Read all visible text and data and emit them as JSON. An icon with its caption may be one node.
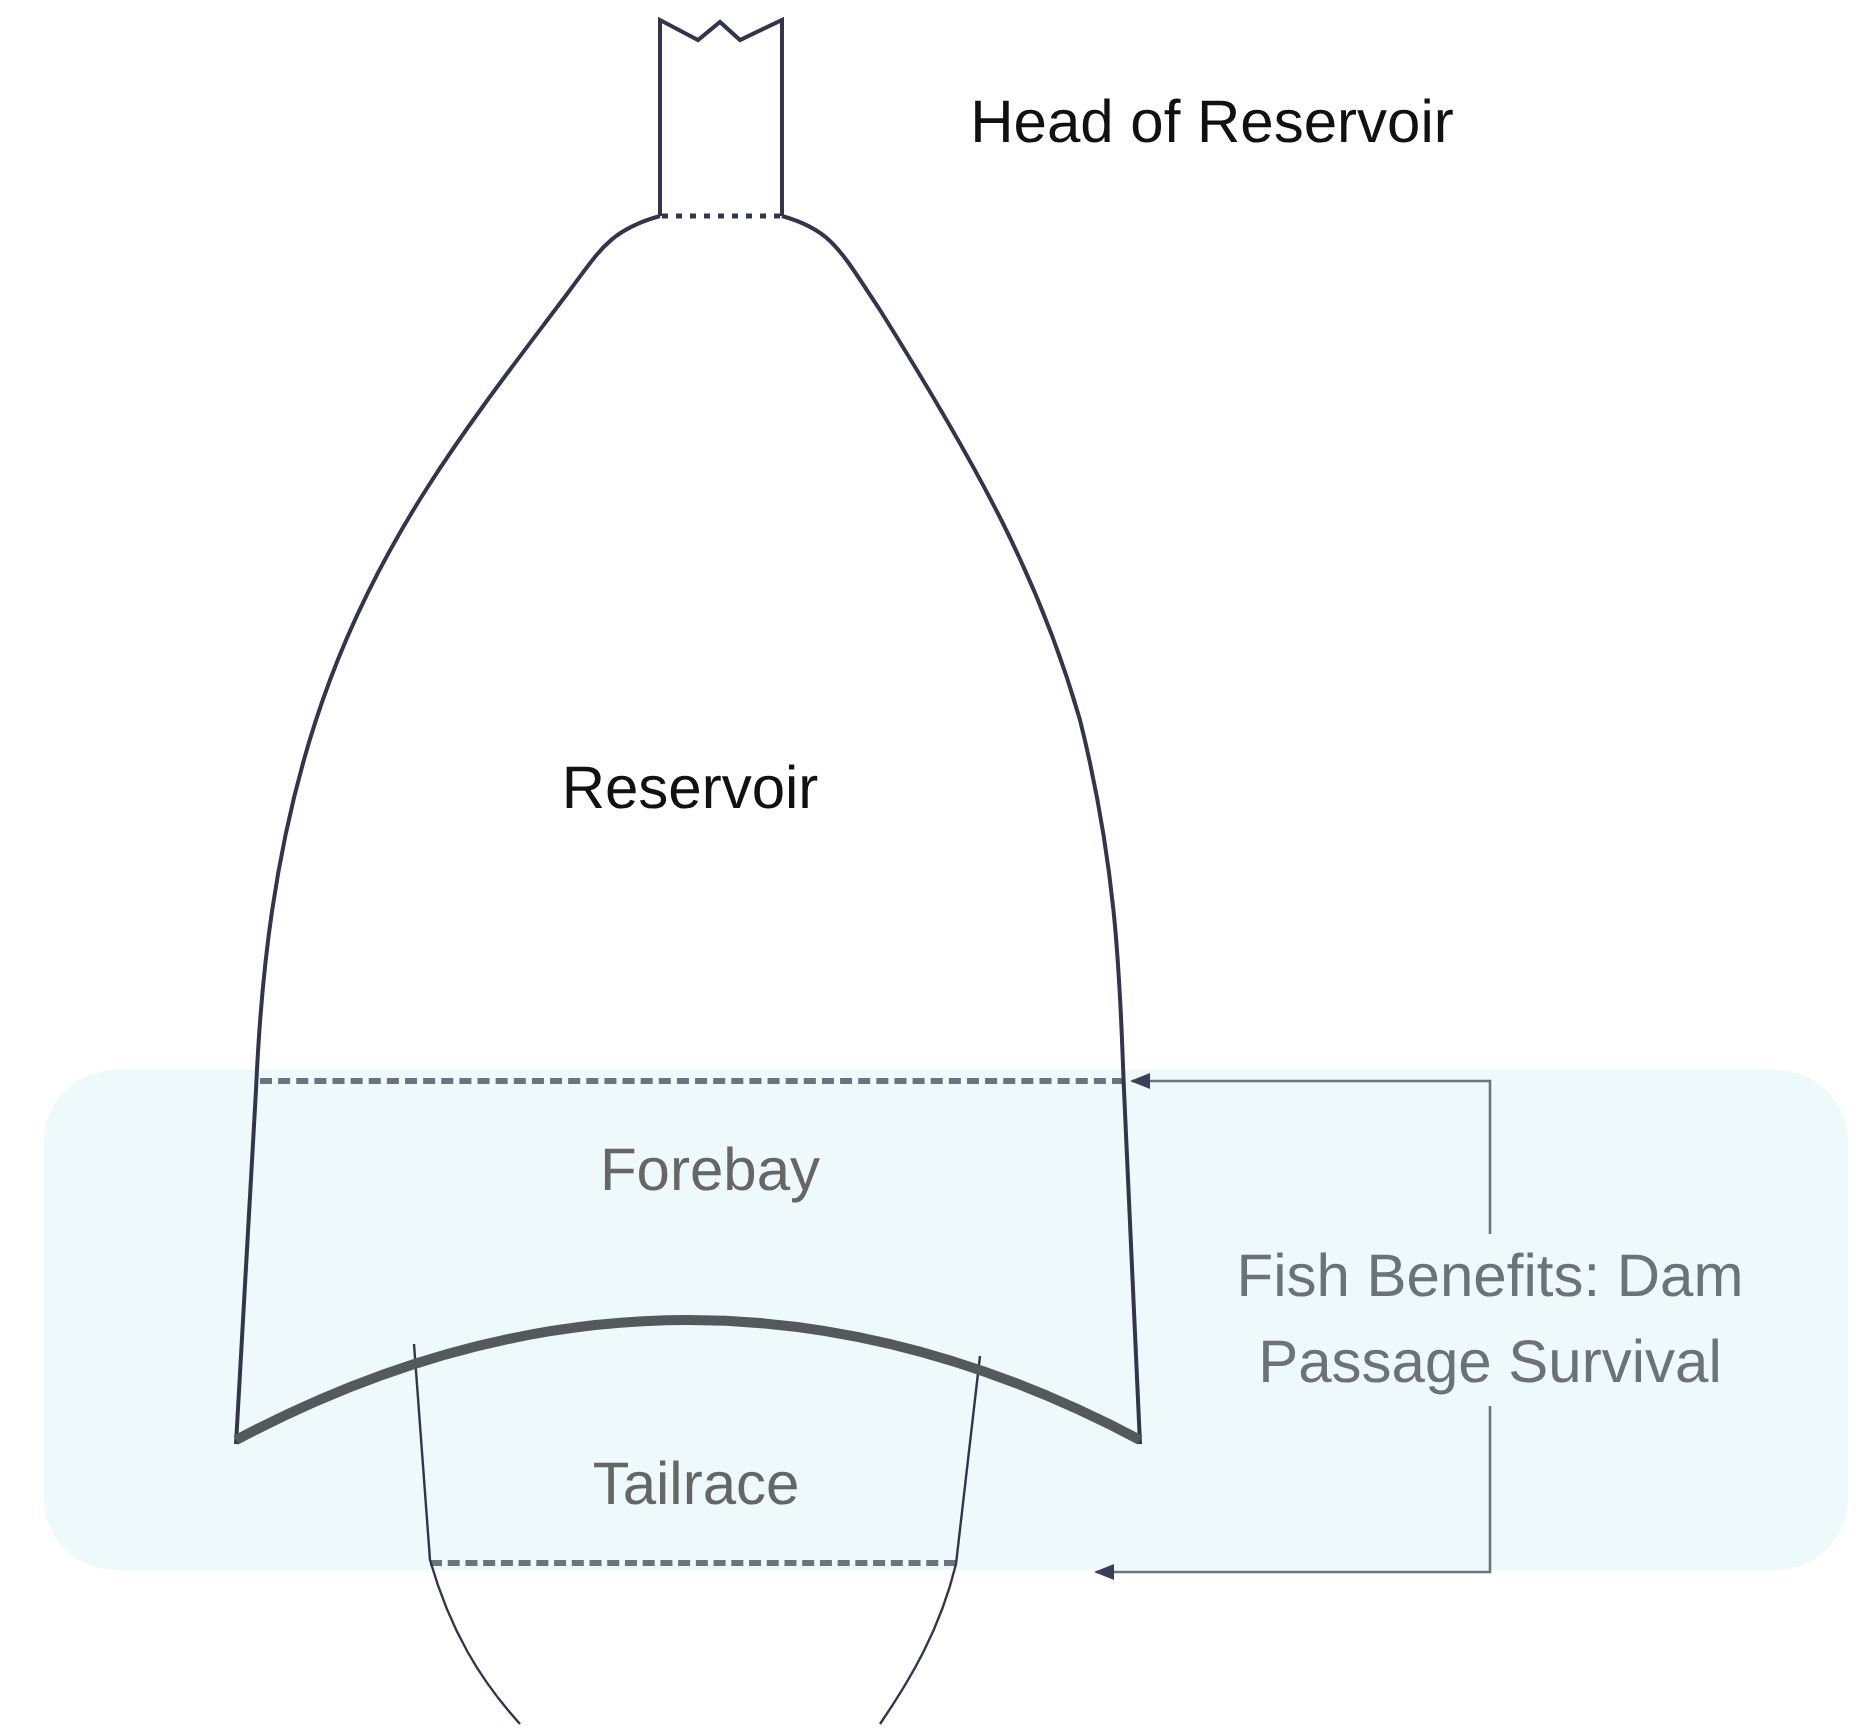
{
  "diagram": {
    "nodes": [
      {
        "text": [],
        "shape": "box"
      },
      {
        "text": [
          "Fish Benefits: Dam Passage Survival"
        ],
        "in": 0
      },
      {
        "text": [],
        "shape": "line",
        "in": 0
      },
      {
        "text": [],
        "shape": "line",
        "in": 0
      }
    ],
    "edges": [
      {
        "from": 1,
        "to": 2,
        "arrow": "to"
      },
      {
        "from": 1,
        "to": 3,
        "arrow": "to"
      }
    ],
    "labels": [
      "Head of Reservoir",
      "Reservoir",
      "Forebay",
      "Tailrace"
    ]
  }
}
